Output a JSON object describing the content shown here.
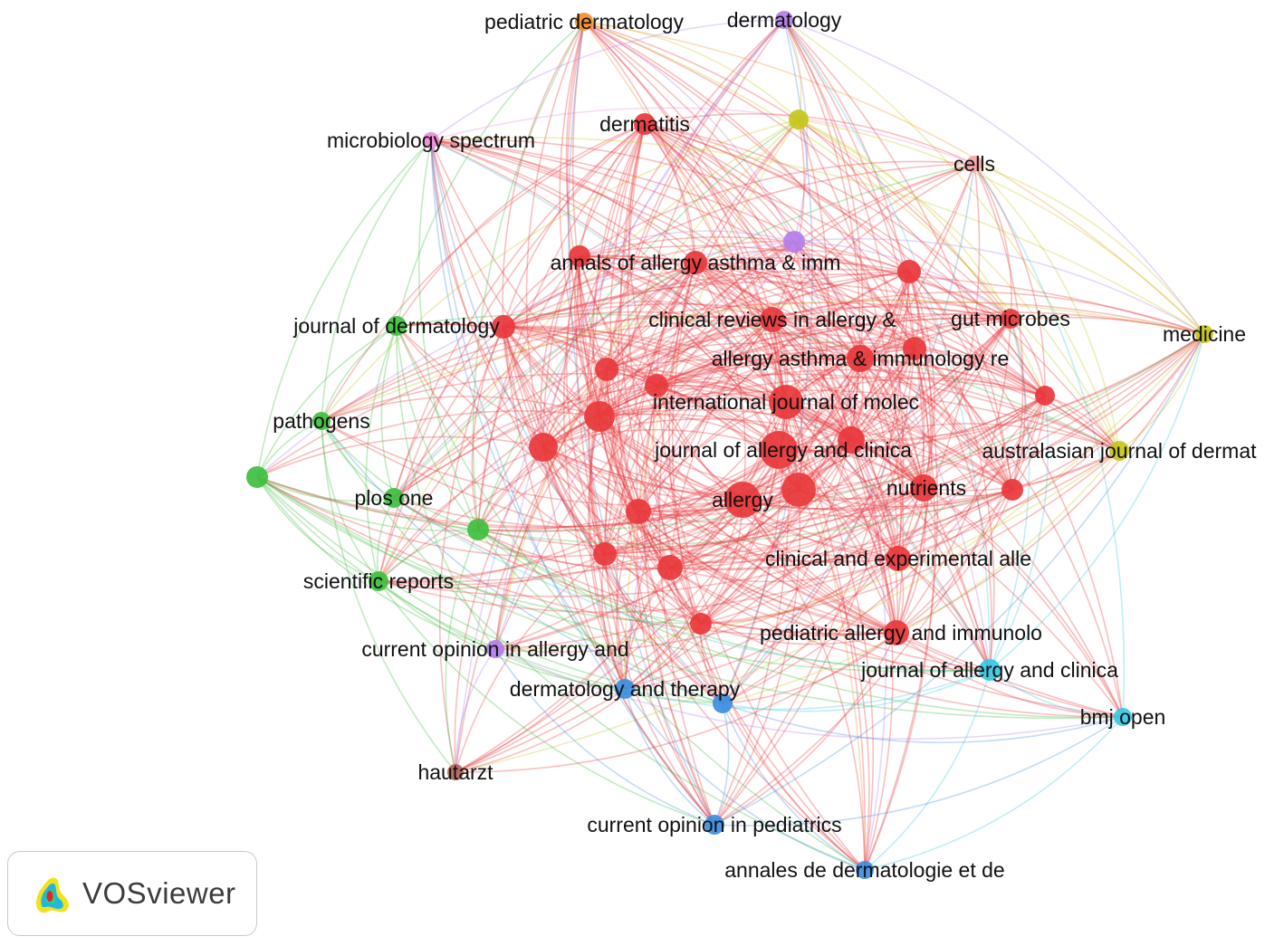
{
  "colors": {
    "red": "#e8393c",
    "green": "#3fbf3f",
    "blue": "#3d8ee0",
    "yellow": "#c6c61c",
    "purple": "#b57ee8",
    "cyan": "#39c8e3",
    "orange": "#f2912b",
    "pink": "#ef8ad6",
    "brown": "#b0675a",
    "lightpink": "#f5a3a3"
  },
  "brand": {
    "name": "VOSviewer",
    "icon": "vosviewer-logo-icon"
  },
  "nodes": [
    {
      "id": "pediatric-dermatology",
      "label": "pediatric dermatology",
      "cluster": "orange",
      "size": 1.0
    },
    {
      "id": "dermatology",
      "label": "dermatology",
      "cluster": "purple",
      "size": 1.0
    },
    {
      "id": "dermatitis",
      "label": "dermatitis",
      "cluster": "red",
      "size": 1.2
    },
    {
      "id": "yellow-top",
      "label": "",
      "cluster": "yellow",
      "size": 1.1
    },
    {
      "id": "microbiology-spectrum",
      "label": "microbiology spectrum",
      "cluster": "pink",
      "size": 0.9
    },
    {
      "id": "cells",
      "label": "cells",
      "cluster": "lightpink",
      "size": 0.9
    },
    {
      "id": "purple-mid",
      "label": "",
      "cluster": "purple",
      "size": 1.2
    },
    {
      "id": "annals-allergy",
      "label": "annals of allergy asthma & imm",
      "cluster": "red",
      "size": 1.3
    },
    {
      "id": "red-a",
      "label": "",
      "cluster": "red",
      "size": 1.2
    },
    {
      "id": "red-b",
      "label": "",
      "cluster": "red",
      "size": 1.3
    },
    {
      "id": "journal-of-dermatology",
      "label": "journal of dermatology",
      "cluster": "green",
      "size": 1.1
    },
    {
      "id": "red-c",
      "label": "",
      "cluster": "red",
      "size": 1.3
    },
    {
      "id": "clinical-reviews",
      "label": "clinical reviews in allergy &",
      "cluster": "red",
      "size": 1.4
    },
    {
      "id": "gut-microbes",
      "label": "gut microbes",
      "cluster": "red",
      "size": 1.1
    },
    {
      "id": "medicine",
      "label": "medicine",
      "cluster": "yellow",
      "size": 1.0
    },
    {
      "id": "allergy-asthma-immunology-re",
      "label": "allergy asthma & immunology re",
      "cluster": "red",
      "size": 1.5
    },
    {
      "id": "red-d",
      "label": "",
      "cluster": "red",
      "size": 1.3
    },
    {
      "id": "red-e",
      "label": "",
      "cluster": "red",
      "size": 1.3
    },
    {
      "id": "red-f",
      "label": "",
      "cluster": "red",
      "size": 1.3
    },
    {
      "id": "international-journal-molec",
      "label": "international journal of molec",
      "cluster": "red",
      "size": 1.9
    },
    {
      "id": "red-g",
      "label": "",
      "cluster": "red",
      "size": 1.7
    },
    {
      "id": "red-h",
      "label": "",
      "cluster": "red",
      "size": 1.1
    },
    {
      "id": "pathogens",
      "label": "pathogens",
      "cluster": "green",
      "size": 1.0
    },
    {
      "id": "red-i",
      "label": "",
      "cluster": "red",
      "size": 1.6
    },
    {
      "id": "journal-of-allergy-and-clinica",
      "label": "journal of allergy and clinica",
      "cluster": "red",
      "size": 2.1
    },
    {
      "id": "red-j",
      "label": "",
      "cluster": "red",
      "size": 1.5
    },
    {
      "id": "australasian-journal",
      "label": "australasian journal of dermat",
      "cluster": "yellow",
      "size": 1.1
    },
    {
      "id": "green-left",
      "label": "",
      "cluster": "green",
      "size": 1.2
    },
    {
      "id": "plos-one",
      "label": "plos one",
      "cluster": "green",
      "size": 1.1
    },
    {
      "id": "allergy",
      "label": "allergy",
      "cluster": "red",
      "size": 2.0
    },
    {
      "id": "red-k",
      "label": "",
      "cluster": "red",
      "size": 1.9
    },
    {
      "id": "nutrients",
      "label": "nutrients",
      "cluster": "red",
      "size": 1.5
    },
    {
      "id": "red-l",
      "label": "",
      "cluster": "red",
      "size": 1.2
    },
    {
      "id": "red-m",
      "label": "",
      "cluster": "red",
      "size": 1.4
    },
    {
      "id": "green-mid",
      "label": "",
      "cluster": "green",
      "size": 1.2
    },
    {
      "id": "red-n",
      "label": "",
      "cluster": "red",
      "size": 1.3
    },
    {
      "id": "red-o",
      "label": "",
      "cluster": "red",
      "size": 1.4
    },
    {
      "id": "clinical-and-experimental-alle",
      "label": "clinical and experimental alle",
      "cluster": "red",
      "size": 1.4
    },
    {
      "id": "scientific-reports",
      "label": "scientific reports",
      "cluster": "green",
      "size": 1.1
    },
    {
      "id": "red-p",
      "label": "",
      "cluster": "red",
      "size": 1.2
    },
    {
      "id": "pediatric-allergy-immunolo",
      "label": "pediatric allergy and immunolo",
      "cluster": "red",
      "size": 1.4
    },
    {
      "id": "current-opinion-allergy",
      "label": "current opinion in allergy and",
      "cluster": "purple",
      "size": 1.0
    },
    {
      "id": "journal-of-allergy-cyan",
      "label": "journal of allergy and clinica",
      "cluster": "cyan",
      "size": 1.2
    },
    {
      "id": "dermatology-and-therapy",
      "label": "dermatology and therapy",
      "cluster": "blue",
      "size": 1.1
    },
    {
      "id": "blue-mid",
      "label": "",
      "cluster": "blue",
      "size": 1.1
    },
    {
      "id": "bmj-open",
      "label": "bmj open",
      "cluster": "cyan",
      "size": 1.0
    },
    {
      "id": "hautarzt",
      "label": "hautarzt",
      "cluster": "brown",
      "size": 0.9
    },
    {
      "id": "current-opinion-pediatrics",
      "label": "current opinion in pediatrics",
      "cluster": "blue",
      "size": 1.1
    },
    {
      "id": "annales-de-dermatologie",
      "label": "annales de dermatologie et de",
      "cluster": "blue",
      "size": 1.0
    }
  ]
}
